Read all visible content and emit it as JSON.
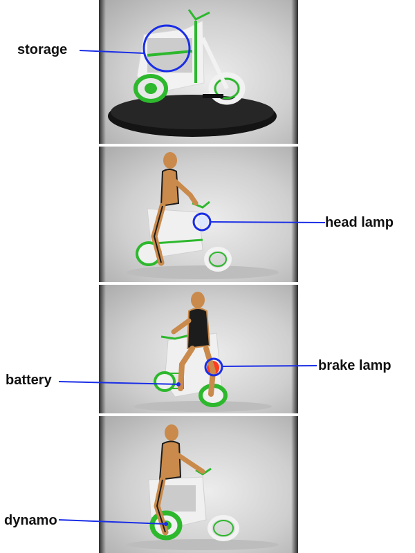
{
  "labels": {
    "storage": "storage",
    "head_lamp": "head lamp",
    "brake_lamp": "brake lamp",
    "battery": "battery",
    "dynamo": "dynamo"
  },
  "colors": {
    "callout": "#1a2ee6",
    "accent_green": "#2db82d",
    "frame_white": "#f2f2f2",
    "figure_bronze": "#c98a4b",
    "figure_dark": "#1c1c1c",
    "brake_red": "#ff3b1f"
  }
}
